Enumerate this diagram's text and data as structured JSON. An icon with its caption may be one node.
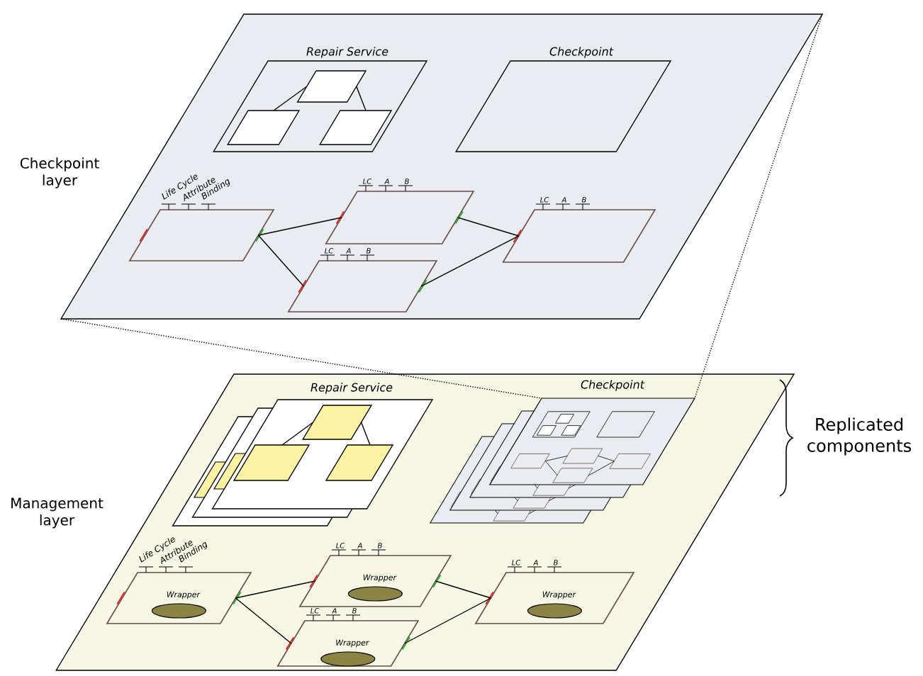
{
  "diagram": {
    "nodes": [
      {
        "text": [
          "Checkpoint layer"
        ]
      },
      {
        "text": [
          "Repair Service"
        ],
        "in": 0
      },
      {
        "text": [],
        "shape": "box",
        "in": 1
      },
      {
        "text": [],
        "shape": "box",
        "in": 1
      },
      {
        "text": [],
        "shape": "box",
        "in": 1
      },
      {
        "text": [
          "Checkpoint"
        ],
        "in": 0
      },
      {
        "text": [],
        "shape": "box",
        "in": 0,
        "beside": [
          "Life Cycle",
          "Attribute",
          "Binding"
        ]
      },
      {
        "text": [],
        "shape": "box",
        "in": 0,
        "beside": [
          "LC",
          "A",
          "B"
        ]
      },
      {
        "text": [],
        "shape": "box",
        "in": 0,
        "beside": [
          "LC",
          "A",
          "B"
        ]
      },
      {
        "text": [],
        "shape": "box",
        "in": 0,
        "beside": [
          "LC",
          "A",
          "B"
        ]
      },
      {
        "text": [
          "Management layer"
        ]
      },
      {
        "text": [
          "Repair Service"
        ],
        "in": 10
      },
      {
        "text": [],
        "shape": "box",
        "in": 11
      },
      {
        "text": [],
        "shape": "box",
        "in": 11
      },
      {
        "text": [],
        "shape": "box",
        "in": 11
      },
      {
        "text": [
          "Checkpoint"
        ],
        "in": 10
      },
      {
        "text": [
          "Wrapper"
        ],
        "in": 10,
        "beside": [
          "Life Cycle",
          "Attribute",
          "Binding"
        ]
      },
      {
        "text": [
          "Wrapper"
        ],
        "in": 10,
        "beside": [
          "LC",
          "A",
          "B"
        ]
      },
      {
        "text": [
          "Wrapper"
        ],
        "in": 10,
        "beside": [
          "LC",
          "A",
          "B"
        ]
      },
      {
        "text": [
          "Wrapper"
        ],
        "in": 10,
        "beside": [
          "LC",
          "A",
          "B"
        ]
      }
    ],
    "edges": [
      {
        "from": 2,
        "to": 3,
        "arrow": "none"
      },
      {
        "from": 2,
        "to": 4,
        "arrow": "none"
      },
      {
        "from": 6,
        "to": 7,
        "arrow": "none"
      },
      {
        "from": 6,
        "to": 8,
        "arrow": "none"
      },
      {
        "from": 7,
        "to": 9,
        "arrow": "none"
      },
      {
        "from": 8,
        "to": 9,
        "arrow": "none"
      },
      {
        "from": 12,
        "to": 13,
        "arrow": "none"
      },
      {
        "from": 12,
        "to": 14,
        "arrow": "none"
      },
      {
        "from": 16,
        "to": 17,
        "arrow": "none"
      },
      {
        "from": 16,
        "to": 18,
        "arrow": "none"
      },
      {
        "from": 17,
        "to": 19,
        "arrow": "none"
      },
      {
        "from": 18,
        "to": 19,
        "arrow": "none"
      },
      {
        "from": 0,
        "to": 15,
        "arrow": "none",
        "style": "dashed"
      },
      {
        "from": 0,
        "to": 15,
        "arrow": "none",
        "style": "dashed"
      }
    ],
    "labels": [
      "Replicated components"
    ]
  }
}
